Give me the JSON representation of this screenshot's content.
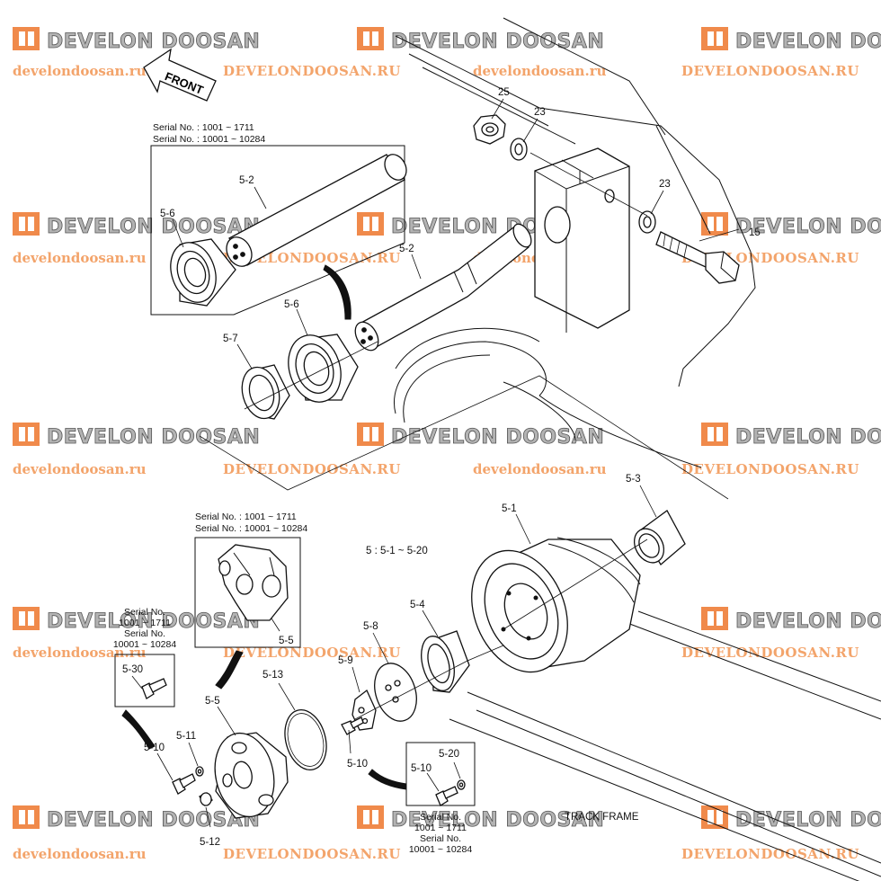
{
  "watermark": {
    "brand": "DEVELON DOOSAN",
    "url_lower": "develondoosan.ru",
    "url_upper": "DEVELONDOOSAN.RU",
    "logo_color": "#f08a4b",
    "brand_color": "#b3b3b3"
  },
  "front_label": "FRONT",
  "serial_notes": {
    "top": [
      "Serial No. : 1001 ~ 1711",
      "Serial No. : 10001 ~ 10284"
    ],
    "middle": [
      "Serial No. : 1001 ~ 1711",
      "Serial No. : 10001 ~ 10284"
    ],
    "left": [
      "Serial No.",
      "1001 ~ 1711",
      "Serial No.",
      "10001 ~ 10284"
    ],
    "bottom": [
      "Serial No.",
      "1001 ~ 1711",
      "Serial No.",
      "10001 ~ 10284"
    ]
  },
  "assembly_note": "5 : 5-1 ~ 5-20",
  "track_frame_label": "TRACK FRAME",
  "callouts": {
    "c25": "25",
    "c23a": "23",
    "c23b": "23",
    "c15": "15",
    "c5_2a": "5-2",
    "c5_6a": "5-6",
    "c5_2b": "5-2",
    "c5_6b": "5-6",
    "c5_7": "5-7",
    "c5_3": "5-3",
    "c5_1": "5-1",
    "c5_5a": "5-5",
    "c5_4": "5-4",
    "c5_8": "5-8",
    "c5_9": "5-9",
    "c5_13": "5-13",
    "c5_5b": "5-5",
    "c5_30": "5-30",
    "c5_11": "5-11",
    "c5_10a": "5-10",
    "c5_10b": "5-10",
    "c5_12": "5-12",
    "c5_20": "5-20",
    "c5_10c": "5-10"
  }
}
